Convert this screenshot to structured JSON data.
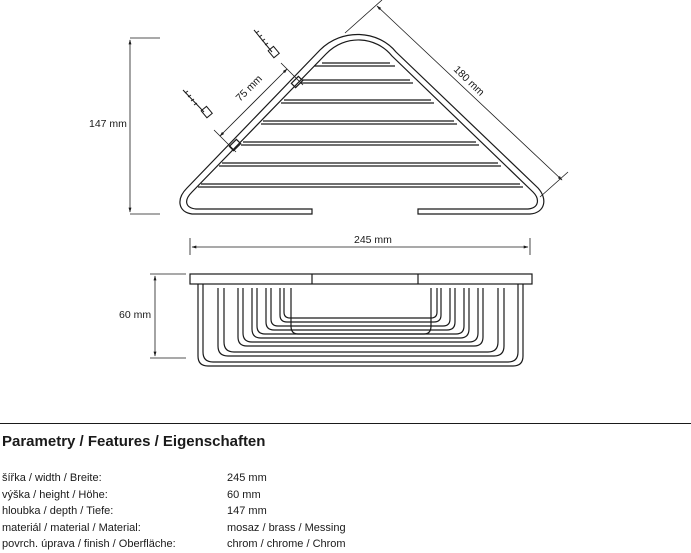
{
  "dimensions": {
    "height_label": "147 mm",
    "side_label": "75 mm",
    "diagonal_label": "180 mm",
    "width_label": "245 mm",
    "depth_label": "60 mm"
  },
  "spec": {
    "heading": "Parametry / Features / Eigenschaften",
    "rows": [
      {
        "label": "šířka / width / Breite:",
        "value": "245 mm"
      },
      {
        "label": "výška / height / Höhe:",
        "value": "60 mm"
      },
      {
        "label": "hloubka / depth / Tiefe:",
        "value": "147 mm"
      },
      {
        "label": "materiál / material / Material:",
        "value": "mosaz / brass / Messing"
      },
      {
        "label": "povrch. úprava / finish / Oberfläche:",
        "value": "chrom / chrome / Chrom"
      }
    ]
  },
  "colors": {
    "line": "#1a1a1a",
    "background": "#ffffff"
  }
}
